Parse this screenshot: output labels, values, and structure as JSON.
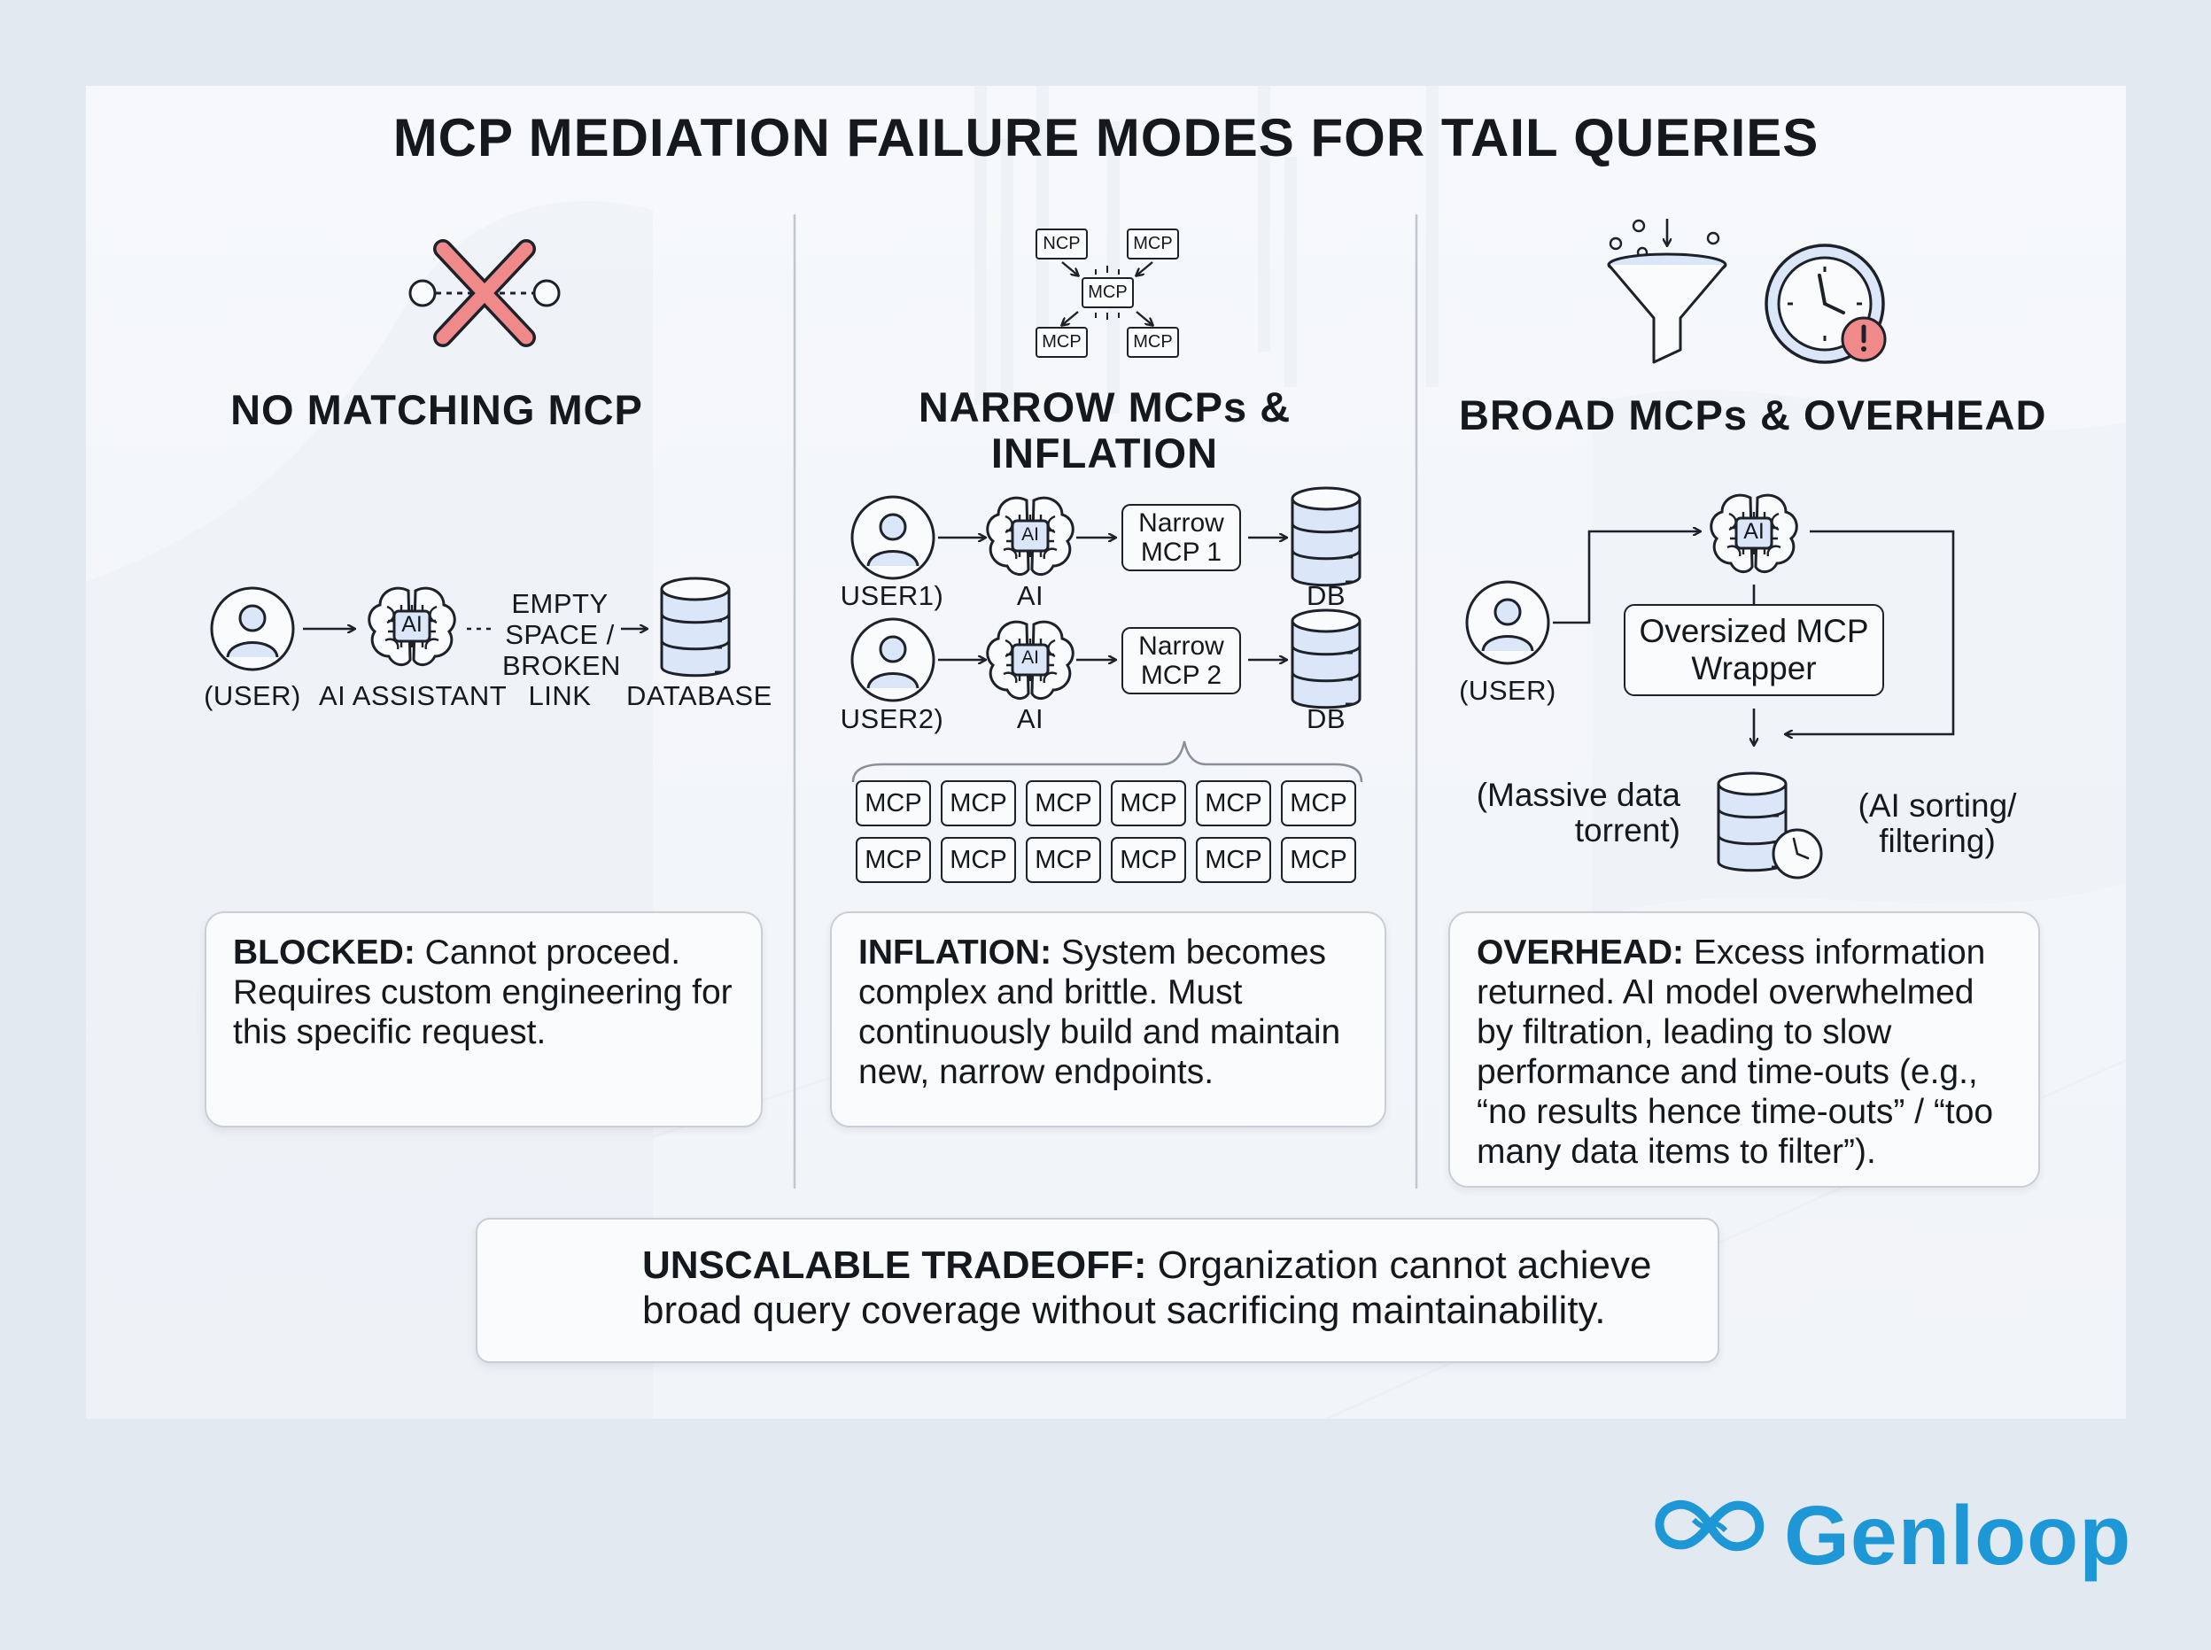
{
  "title": "MCP MEDIATION FAILURE MODES FOR TAIL QUERIES",
  "col1": {
    "heading": "NO MATCHING MCP",
    "user": "(USER)",
    "ai": "AI ASSISTANT",
    "empty_lines": [
      "EMPTY",
      "SPACE /",
      "BROKEN",
      "LINK"
    ],
    "database": "DATABASE",
    "ai_chip": "AI",
    "box_bold": "BLOCKED:",
    "box_text": " Cannot proceed. Requires custom engineering for this specific request."
  },
  "col2": {
    "heading_line1": "NARROW MCPs &",
    "heading_line2": "INFLATION",
    "top_mcp": [
      "NCP",
      "MCP",
      "MCP",
      "MCP",
      "MCP"
    ],
    "user1": "USER1)",
    "user2": "USER2)",
    "ai": "AI",
    "db": "DB",
    "ai_chip": "AI",
    "narrow1_l1": "Narrow",
    "narrow1_l2": "MCP 1",
    "narrow2_l1": "Narrow",
    "narrow2_l2": "MCP 2",
    "grid_label": "MCP",
    "box_bold": "INFLATION:",
    "box_text": " System becomes complex and brittle. Must continuously build and maintain new, narrow endpoints."
  },
  "col3": {
    "heading": "BROAD MCPs & OVERHEAD",
    "ai_chip": "AI",
    "wrapper_l1": "Oversized MCP",
    "wrapper_l2": "Wrapper",
    "user": "(USER)",
    "massive_l1": "(Massive data",
    "massive_l2": "torrent)",
    "sorting_l1": "(AI sorting/",
    "sorting_l2": "filtering)",
    "box_bold": "OVERHEAD:",
    "box_text": " Excess information returned. AI model overwhelmed by filtration, leading to slow performance and time-outs (e.g., “no results hence time-outs” / “too many data items to filter”)."
  },
  "bottom": {
    "bold": "UNSCALABLE TRADEOFF:",
    "line1_rest": " Organization cannot achieve",
    "line2": "broad query coverage without sacrificing maintainability."
  },
  "brand": {
    "name": "Genloop",
    "color": "#1e97d6"
  },
  "colors": {
    "accent_red": "#f08a8a",
    "icon_blue": "#dbe7f8"
  }
}
